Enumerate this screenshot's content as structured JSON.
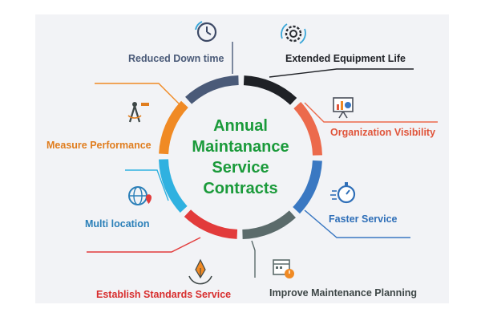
{
  "center": {
    "lines": [
      "Annual",
      "Maintanance",
      "Service",
      "Contracts"
    ],
    "color": "#1a9a3a"
  },
  "segments": [
    {
      "id": "reduced-down-time",
      "label": "Reduced Down time",
      "color": "#4a5a78",
      "text_color": "#4a5a78",
      "icon": "clock-icon"
    },
    {
      "id": "extended-equipment-life",
      "label": "Extended Equipment Life",
      "color": "#1f2126",
      "text_color": "#1f2126",
      "icon": "gear-icon"
    },
    {
      "id": "organization-visibility",
      "label": "Organization Visibility",
      "color": "#ec6a4c",
      "text_color": "#e0543a",
      "icon": "presentation-board-icon"
    },
    {
      "id": "faster-service",
      "label": "Faster Service",
      "color": "#3a78c2",
      "text_color": "#2f6fb8",
      "icon": "stopwatch-icon"
    },
    {
      "id": "improve-maintenance-planning",
      "label": "Improve Maintenance Planning",
      "color": "#5b6b6b",
      "text_color": "#3e4747",
      "icon": "calendar-clock-icon"
    },
    {
      "id": "establish-standards-service",
      "label": "Establish Standards Service",
      "color": "#e23b3b",
      "text_color": "#d82e2e",
      "icon": "pen-nib-icon"
    },
    {
      "id": "multi-location",
      "label": "Multi location",
      "color": "#2fb1e0",
      "text_color": "#2a7fb8",
      "icon": "globe-pin-icon"
    },
    {
      "id": "measure-performance",
      "label": "Measure Performance",
      "color": "#f08a24",
      "text_color": "#e07d1e",
      "icon": "compass-icon"
    }
  ]
}
